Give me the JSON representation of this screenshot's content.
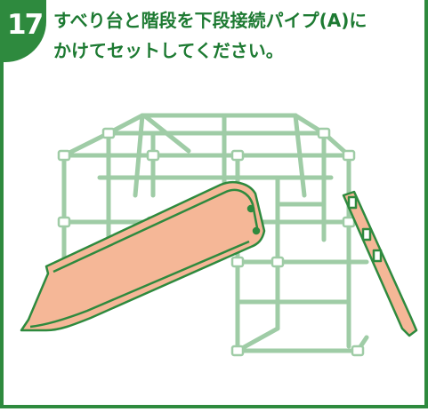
{
  "step": {
    "number": "17",
    "line1": "すべり台と階段を下段接続パイプ(A)に",
    "line2": "かけてセットしてください。"
  },
  "colors": {
    "accent": "#2e8a3e",
    "frame_pipe": "#9fcca6",
    "slide_fill": "#f5b797",
    "slide_edge": "#2e8a3e"
  },
  "illustration": {
    "subject": "jungle-gym-with-slide-and-stairs"
  }
}
